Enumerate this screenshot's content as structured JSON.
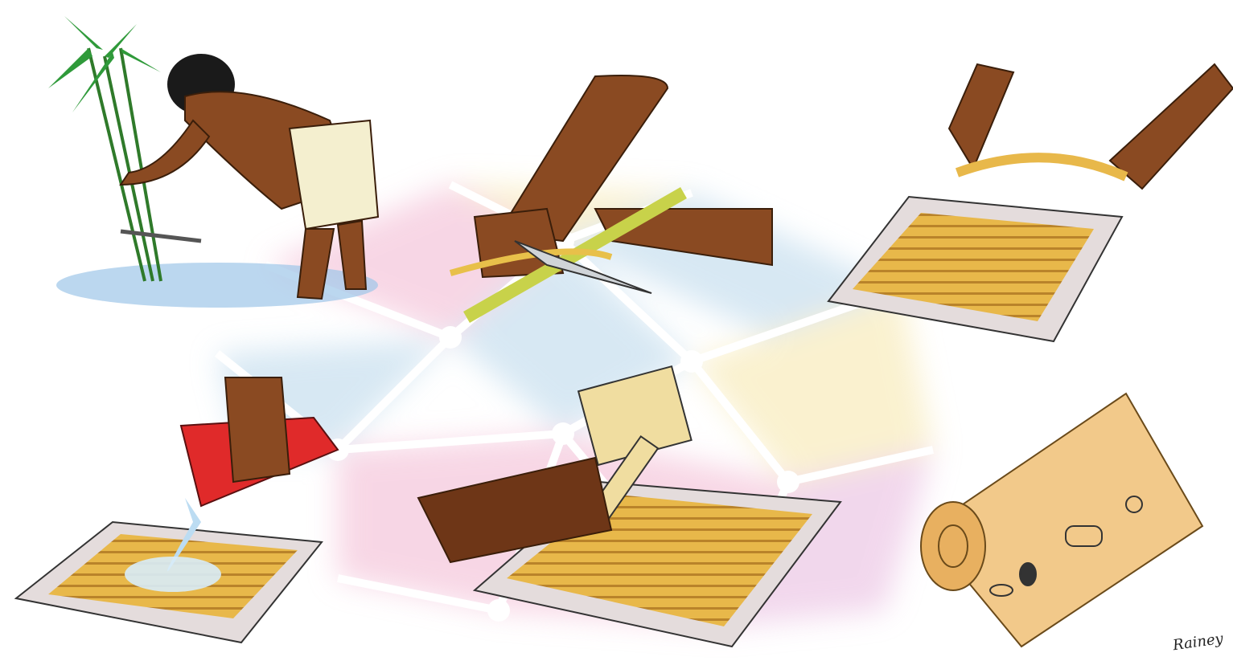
{
  "illustration": {
    "subject": "papyrus-making-process",
    "signature": "Rainey",
    "panels": [
      {
        "id": "harvest",
        "icon": "reed-cutting"
      },
      {
        "id": "split",
        "icon": "knife-splitting-stalk"
      },
      {
        "id": "layer",
        "icon": "placing-strips-on-board"
      },
      {
        "id": "soak",
        "icon": "pouring-water-jug"
      },
      {
        "id": "pound",
        "icon": "wooden-mallet"
      },
      {
        "id": "scroll",
        "icon": "hieroglyph-scroll"
      }
    ],
    "watermark": {
      "icon": "geodesic-network-logo"
    },
    "colors": {
      "skin": "#8a4a22",
      "skinDark": "#6e3617",
      "papyrus": "#e8b84a",
      "board": "#e4dcdc",
      "water": "#9ec6e8",
      "jug": "#e02a2a",
      "reedGreen": "#2f9a3a",
      "watermarkPink": "#f2b6d0",
      "watermarkBlue": "#b7d6ea",
      "watermarkYellow": "#f6e6a9"
    }
  }
}
